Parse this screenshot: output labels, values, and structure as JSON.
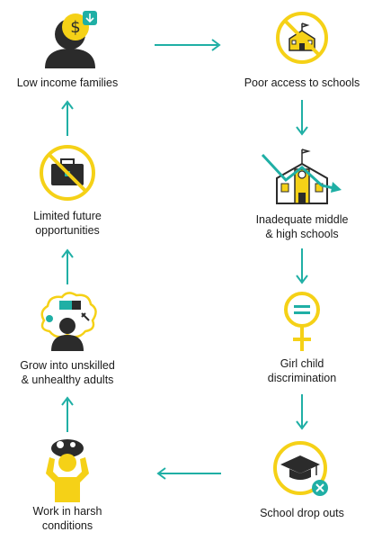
{
  "colors": {
    "accent_yellow": "#F5D117",
    "teal_arrow": "#1FAFA5",
    "dark": "#2b2b2b"
  },
  "nodes": [
    {
      "label": "Low income families",
      "icon": "person-with-dollar-coin-icon"
    },
    {
      "label": "Poor access to schools",
      "icon": "no-school-icon"
    },
    {
      "label": "Inadequate middle\n& high schools",
      "icon": "school-decline-icon"
    },
    {
      "label": "Girl child\ndiscrimination",
      "icon": "female-symbol-icon"
    },
    {
      "label": "School drop outs",
      "icon": "graduation-cap-cancel-icon"
    },
    {
      "label": "Work in harsh\nconditions",
      "icon": "laborer-carrying-load-icon"
    },
    {
      "label": "Grow into unskilled\n& unhealthy adults",
      "icon": "person-with-thoughts-icon"
    },
    {
      "label": "Limited future\nopportunities",
      "icon": "no-briefcase-icon"
    }
  ]
}
